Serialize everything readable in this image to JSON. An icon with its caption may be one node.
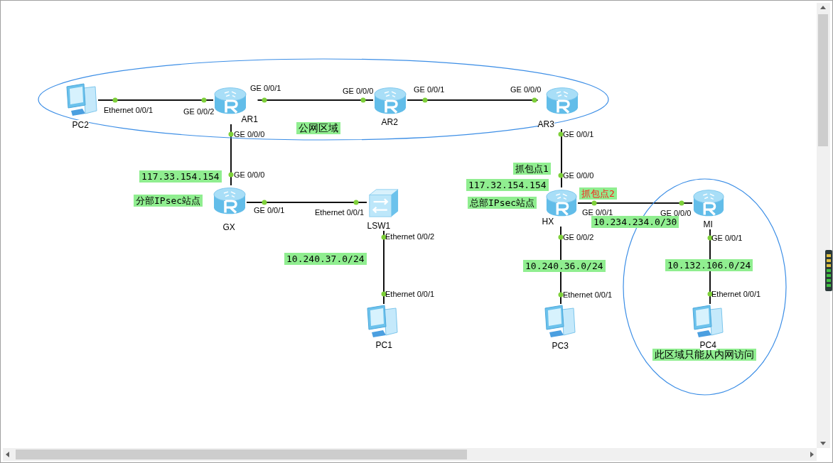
{
  "diagram": {
    "nodes": [
      {
        "text": [
          "公网区域"
        ]
      },
      {
        "text": [
          "PC2"
        ],
        "in": 0,
        "beside": [
          "Ethernet 0/0/1"
        ]
      },
      {
        "text": [
          "AR1"
        ],
        "in": 0,
        "beside": [
          "GE 0/0/1",
          "GE 0/0/2",
          "GE 0/0/0"
        ]
      },
      {
        "text": [
          "AR2"
        ],
        "in": 0,
        "beside": [
          "GE 0/0/0",
          "GE 0/0/1"
        ]
      },
      {
        "text": [
          "AR3"
        ],
        "in": 0,
        "beside": [
          "GE 0/0/0",
          "GE 0/0/1"
        ]
      },
      {
        "text": [
          "GX"
        ],
        "beside": [
          "GE 0/0/0",
          "GE 0/0/1",
          "117.33.154.154",
          "分部IPsec站点"
        ]
      },
      {
        "text": [
          "LSW1"
        ],
        "beside": [
          "Ethernet 0/0/1",
          "Ethernet 0/0/2"
        ]
      },
      {
        "text": [
          "HX"
        ],
        "beside": [
          "GE 0/0/0",
          "GE 0/0/1",
          "GE 0/0/2",
          "抓包点1",
          "117.32.154.154",
          "总部IPsec站点"
        ]
      },
      {
        "text": [
          "此区域只能从内网访问"
        ]
      },
      {
        "text": [
          "MI"
        ],
        "in": 8,
        "beside": [
          "GE 0/0/0",
          "GE 0/0/1"
        ]
      },
      {
        "text": [
          "PC1"
        ],
        "beside": [
          "Ethernet 0/0/1"
        ]
      },
      {
        "text": [
          "PC3"
        ],
        "beside": [
          "Ethernet 0/0/1"
        ]
      },
      {
        "text": [
          "PC4"
        ],
        "in": 8,
        "beside": [
          "Ethernet 0/0/1"
        ]
      }
    ],
    "edges": [
      {
        "from": 1,
        "to": 2,
        "arrow": "none"
      },
      {
        "from": 2,
        "to": 3,
        "arrow": "none"
      },
      {
        "from": 3,
        "to": 4,
        "arrow": "none"
      },
      {
        "from": 2,
        "to": 5,
        "arrow": "none"
      },
      {
        "from": 4,
        "to": 7,
        "arrow": "none"
      },
      {
        "from": 5,
        "to": 6,
        "arrow": "none"
      },
      {
        "from": 6,
        "to": 10,
        "arrow": "none"
      },
      {
        "from": 7,
        "to": 9,
        "arrow": "none"
      },
      {
        "from": 7,
        "to": 11,
        "arrow": "none"
      },
      {
        "from": 9,
        "to": 12,
        "arrow": "none"
      }
    ],
    "labels": [
      "抓包点2",
      "10.234.234.0/30",
      "10.240.37.0/24",
      "10.240.36.0/24",
      "10.132.106.0/24"
    ]
  }
}
